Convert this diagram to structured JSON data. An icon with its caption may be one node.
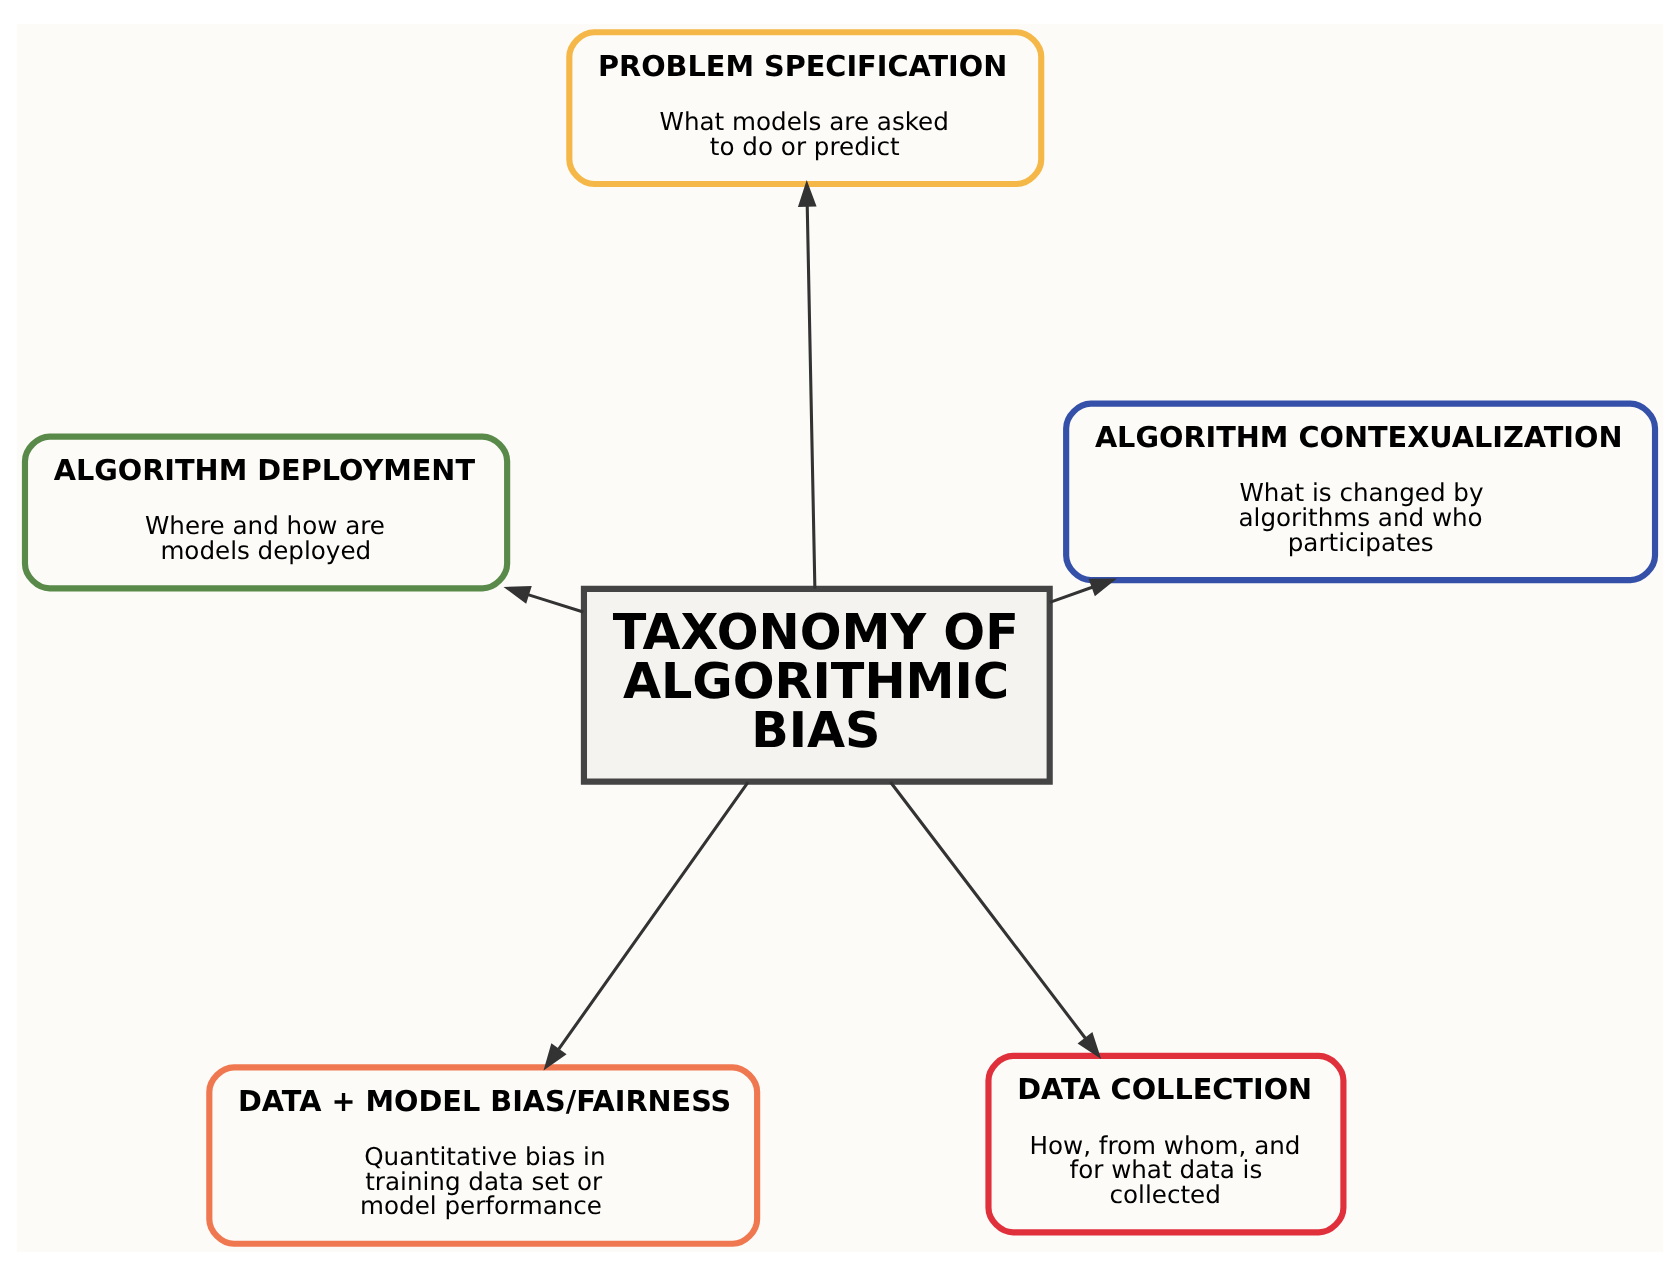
{
  "diagram": {
    "nodes": [
      {
        "text": [
          "DATA + MODEL BIAS/FAIRNESS",
          "Quantitative bias in training data set or model performance"
        ]
      },
      {
        "text": [
          "DATA COLLECTION",
          "How, from whom, and for what data is collected"
        ]
      },
      {
        "text": [
          "TAXONOMY OF ALGORITHMIC BIAS"
        ]
      },
      {
        "text": [
          "PROBLEM SPECIFICATION",
          "What models are asked to do or predict"
        ]
      },
      {
        "text": [
          "ALGORITHM CONTEXUALIZATION",
          "What is changed by algorithms and who participates"
        ]
      },
      {
        "text": [
          "ALGORITHM DEPLOYMENT",
          "Where and how are models deployed"
        ]
      }
    ],
    "edges": [
      {
        "from": 2,
        "to": 0,
        "arrow": "to"
      },
      {
        "from": 2,
        "to": 1,
        "arrow": "to"
      },
      {
        "from": 2,
        "to": 3,
        "arrow": "to"
      },
      {
        "from": 2,
        "to": 4,
        "arrow": "to"
      },
      {
        "from": 2,
        "to": 5,
        "arrow": "to"
      }
    ]
  }
}
